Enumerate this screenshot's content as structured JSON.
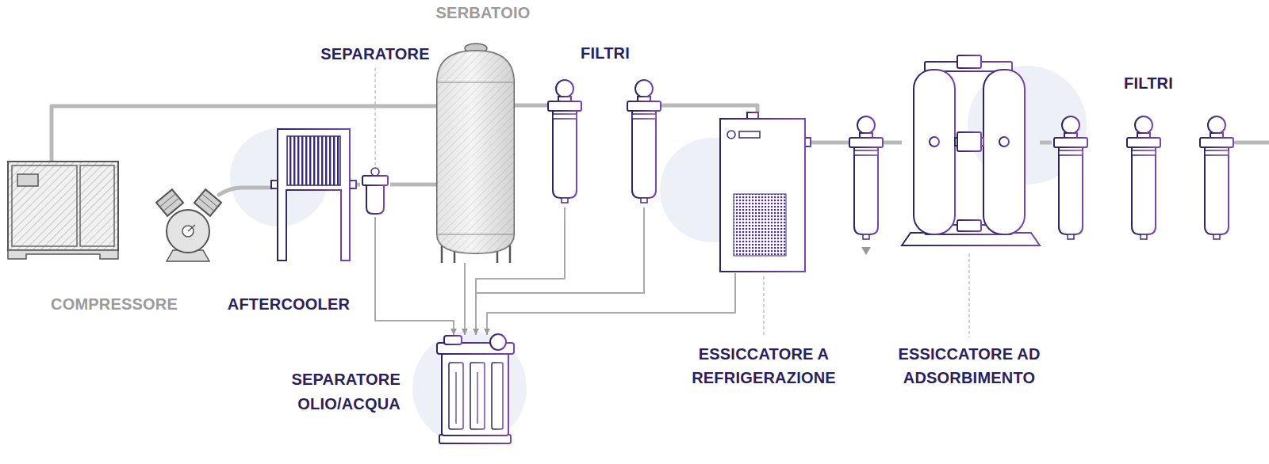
{
  "diagram": {
    "nodes": [
      {
        "text": [
          "COMPRESSORE"
        ]
      },
      {
        "text": [
          "AFTERCOOLER"
        ]
      },
      {
        "text": [
          "SEPARATORE"
        ]
      },
      {
        "text": [
          "SERBATOIO"
        ]
      },
      {
        "text": [
          "FILTRI"
        ]
      },
      {
        "text": [
          "ESSICCATORE A REFRIGERAZIONE"
        ]
      },
      {
        "text": [
          "ESSICCATORE AD ADSORBIMENTO"
        ]
      },
      {
        "text": [
          "FILTRI"
        ]
      },
      {
        "text": [
          "SEPARATORE OLIO/ACQUA"
        ]
      }
    ],
    "edges": [
      {
        "from": 0,
        "to": 3,
        "arrow": "none"
      },
      {
        "from": 1,
        "to": 2,
        "arrow": "none"
      },
      {
        "from": 2,
        "to": 3,
        "arrow": "none"
      },
      {
        "from": 3,
        "to": 4,
        "arrow": "none"
      },
      {
        "from": 4,
        "to": 5,
        "arrow": "none"
      },
      {
        "from": 5,
        "to": 6,
        "arrow": "none"
      },
      {
        "from": 6,
        "to": 7,
        "arrow": "none"
      },
      {
        "from": 2,
        "to": 8,
        "arrow": "to"
      },
      {
        "from": 3,
        "to": 8,
        "arrow": "to"
      },
      {
        "from": 4,
        "to": 8,
        "arrow": "to"
      },
      {
        "from": 5,
        "to": 8,
        "arrow": "to"
      }
    ]
  }
}
